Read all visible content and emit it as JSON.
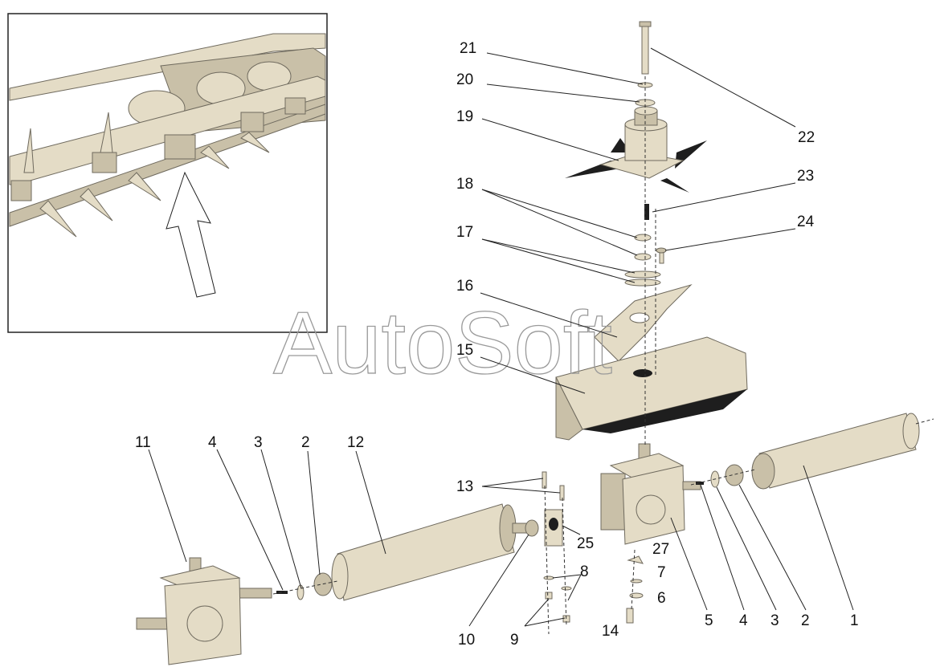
{
  "watermark": "AutoSoft",
  "callouts": [
    {
      "id": "c1",
      "text": "1"
    },
    {
      "id": "c2",
      "text": "2"
    },
    {
      "id": "c3",
      "text": "3"
    },
    {
      "id": "c4",
      "text": "4"
    },
    {
      "id": "c5",
      "text": "5"
    },
    {
      "id": "c6",
      "text": "6"
    },
    {
      "id": "c7",
      "text": "7"
    },
    {
      "id": "c8",
      "text": "8"
    },
    {
      "id": "c9",
      "text": "9"
    },
    {
      "id": "c10",
      "text": "10"
    },
    {
      "id": "c11",
      "text": "11"
    },
    {
      "id": "c12",
      "text": "12"
    },
    {
      "id": "c13",
      "text": "13"
    },
    {
      "id": "c14",
      "text": "14"
    },
    {
      "id": "c15",
      "text": "15"
    },
    {
      "id": "c16",
      "text": "16"
    },
    {
      "id": "c17",
      "text": "17"
    },
    {
      "id": "c18",
      "text": "18"
    },
    {
      "id": "c19",
      "text": "19"
    },
    {
      "id": "c20",
      "text": "20"
    },
    {
      "id": "c21",
      "text": "21"
    },
    {
      "id": "c22",
      "text": "22"
    },
    {
      "id": "c23",
      "text": "23"
    },
    {
      "id": "c24",
      "text": "24"
    },
    {
      "id": "c25",
      "text": "25"
    },
    {
      "id": "c2b",
      "text": "2"
    },
    {
      "id": "c3b",
      "text": "3"
    },
    {
      "id": "c4b",
      "text": "4"
    },
    {
      "id": "c27",
      "text": "27"
    }
  ]
}
